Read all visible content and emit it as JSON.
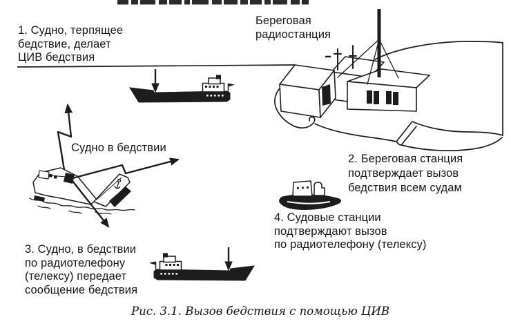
{
  "colors": {
    "ink": "#1c1c1c",
    "paper": "#ffffff"
  },
  "labels": {
    "step1": {
      "lines": [
        "1. Судно, терпящее",
        "бедствие, делает",
        "ЦИВ бедствия"
      ]
    },
    "shore_station": {
      "lines": [
        "Береговая",
        "радиостанция"
      ]
    },
    "distress_ship": {
      "text": "Судно в бедствии"
    },
    "step2": {
      "lines": [
        "2. Береговая станция",
        "подтверждает вызов",
        "бедствия всем судам"
      ]
    },
    "step4": {
      "lines": [
        "4. Судовые станции",
        "подтверждают вызов",
        "по радиотелефону (телексу)"
      ]
    },
    "step3": {
      "lines": [
        "3. Судно, в бедствии",
        "по радиотелефону",
        "(телексу) передает",
        "сообщение бедствия"
      ]
    },
    "caption": "Рис. 3.1. Вызов бедствия с помощью ЦИВ"
  },
  "icons": {
    "signal_arrow": "zigzag-lightning-arrow",
    "dsc_arrow": "straight-down-arrow",
    "cargo_ship": "black-cargo-ship-silhouette",
    "tugboat": "small-tugboat-silhouette",
    "sinking_ship": "broken-sinking-ship",
    "coast_station": "buildings-with-radio-mast-on-cliff"
  }
}
